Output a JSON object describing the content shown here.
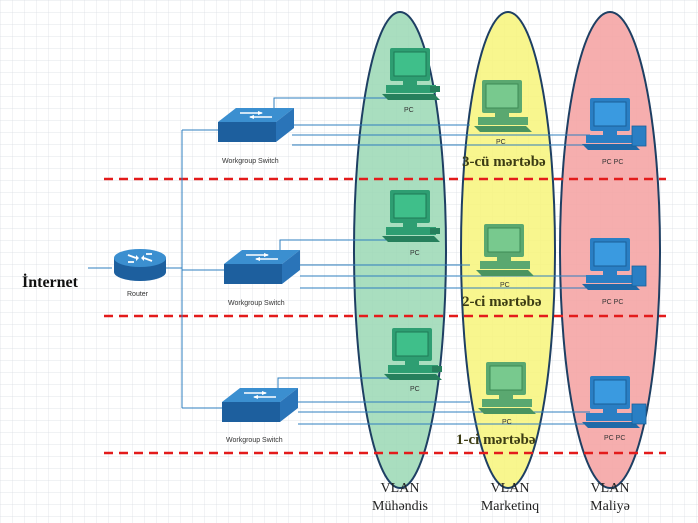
{
  "internet_label": "İnternet",
  "router_label": "Router",
  "switches": [
    {
      "label": "Workgroup Switch"
    },
    {
      "label": "Workgroup Switch"
    },
    {
      "label": "Workgroup Switch"
    }
  ],
  "floors": [
    {
      "label": "3-cü mərtəbə"
    },
    {
      "label": "2-ci mərtəbə"
    },
    {
      "label": "1-ci mərtəbə"
    }
  ],
  "vlans": [
    {
      "line1": "VLAN",
      "line2": "Mühəndis",
      "color": "#9ad8b4"
    },
    {
      "line1": "VLAN",
      "line2": "Marketinq",
      "color": "#f7f47a"
    },
    {
      "line1": "VLAN",
      "line2": "Maliyə",
      "color": "#f5a5a5"
    }
  ],
  "pc_label": "PC",
  "pc_pair_label": "PC PC",
  "colors": {
    "floor_line": "#e31b1b",
    "green_pc": "#2e9e72",
    "marketing_pc": "#5aa870",
    "finance_pc": "#2a7fc4",
    "link": "#2f7fbf",
    "grid": "#d8dde3"
  }
}
